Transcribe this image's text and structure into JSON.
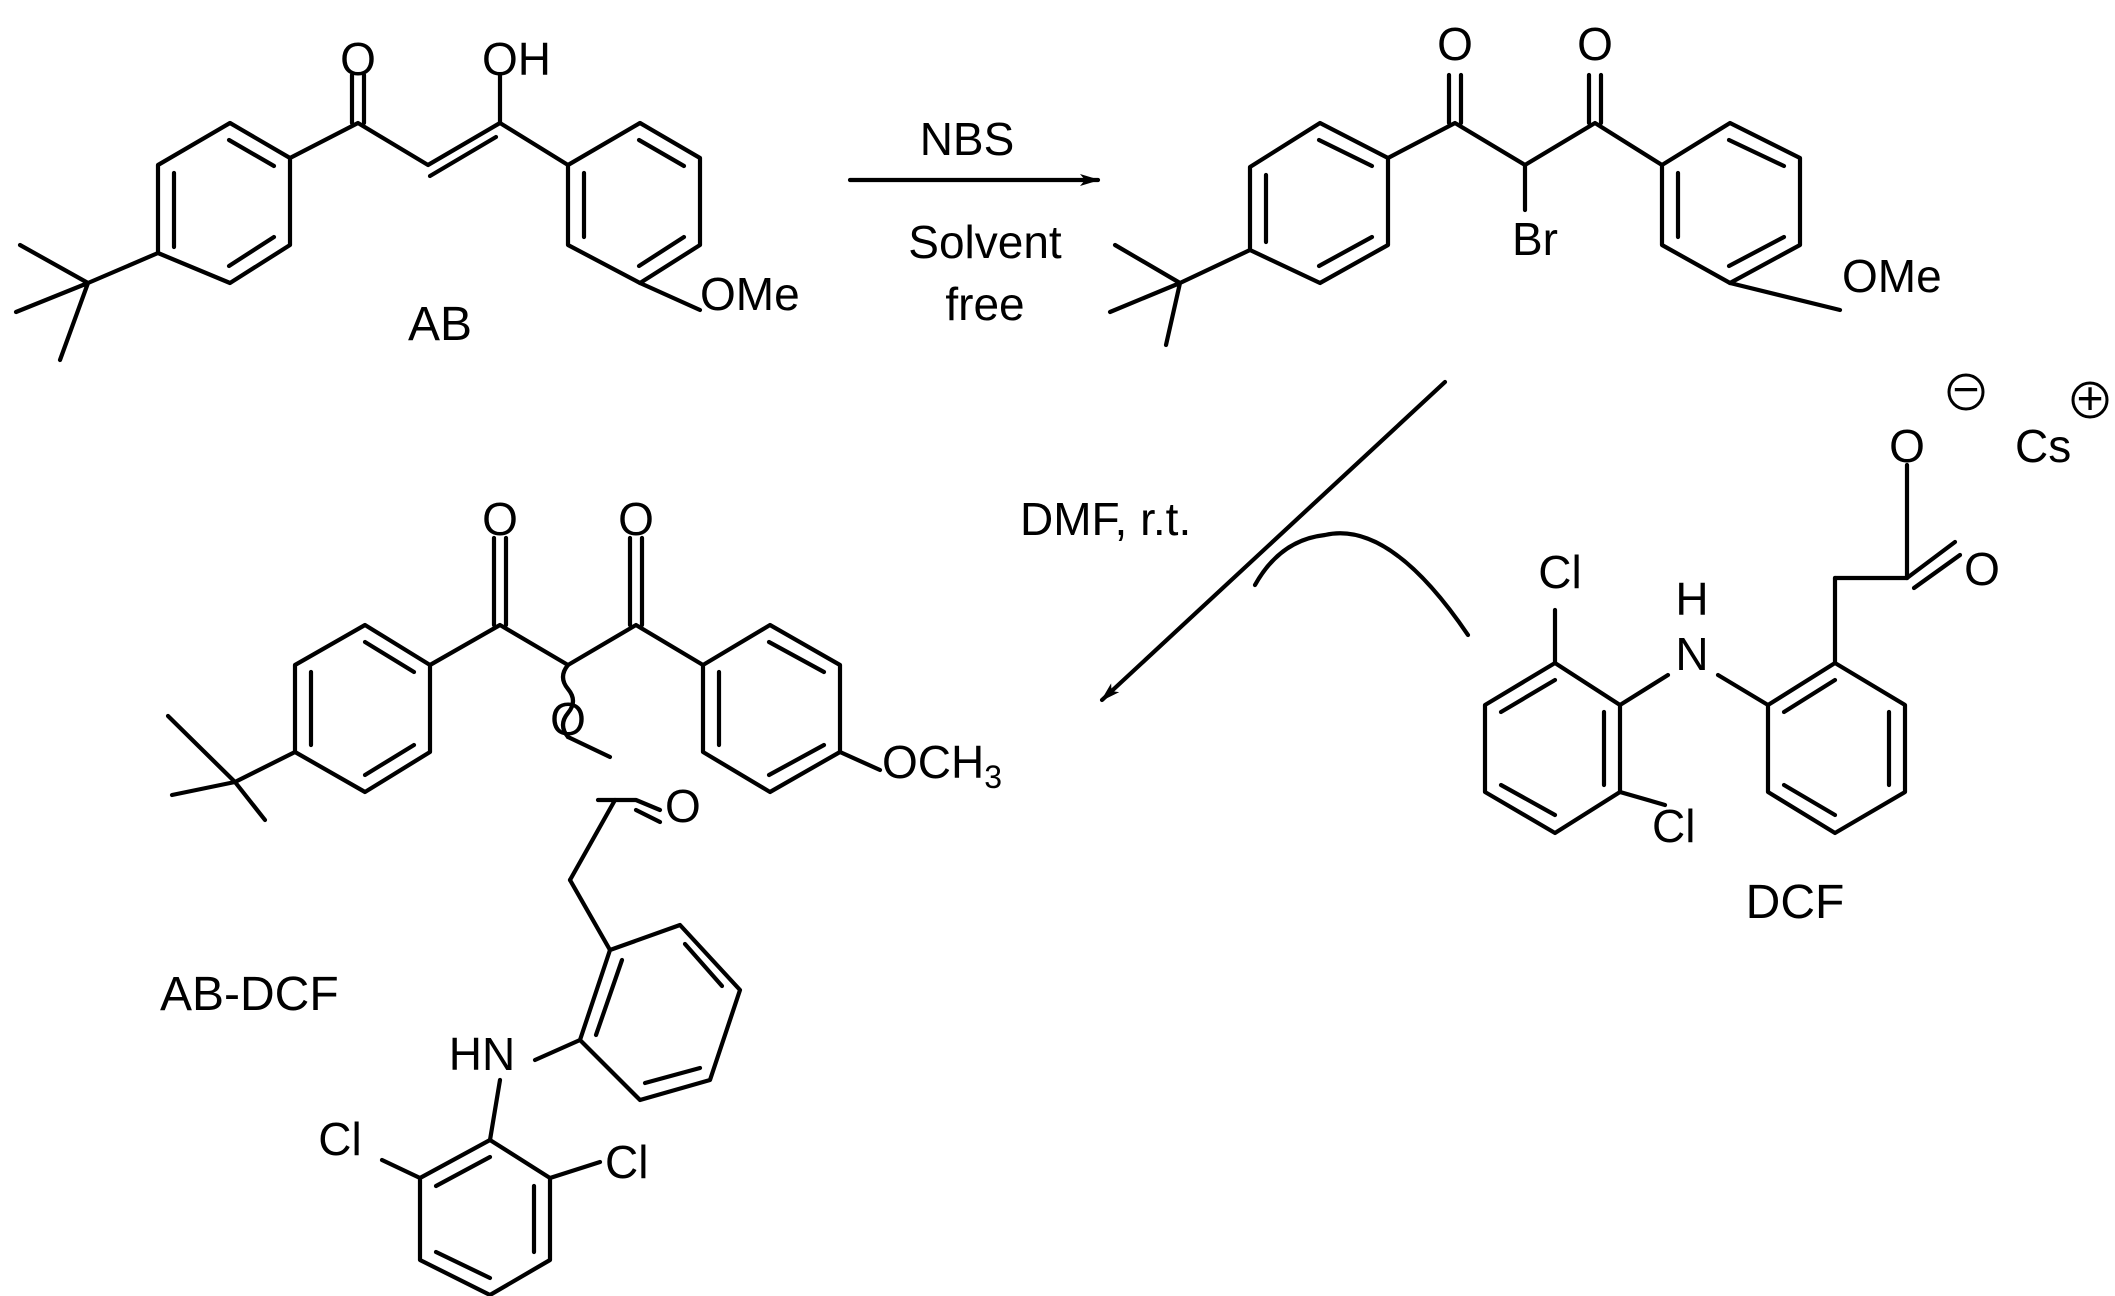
{
  "compounds": {
    "ab": {
      "name": "AB",
      "oh": "OH",
      "o": "O",
      "ome": "OMe"
    },
    "bromo": {
      "o1": "O",
      "o2": "O",
      "br": "Br",
      "ome": "OMe"
    },
    "dcf": {
      "name": "DCF",
      "o_minus": "O",
      "o": "O",
      "cs": "Cs",
      "h": "H",
      "n": "N",
      "cl1": "Cl",
      "cl2": "Cl",
      "minus": "−",
      "plus": "+"
    },
    "product": {
      "name": "AB-DCF",
      "o1": "O",
      "o2": "O",
      "o_ester": "O",
      "o_carbonyl": "O",
      "och": "OCH",
      "och_sub": "3",
      "hn": "HN",
      "cl1": "Cl",
      "cl2": "Cl"
    }
  },
  "reactions": {
    "step1": {
      "reagent": "NBS",
      "condition_line1": "Solvent",
      "condition_line2": "free"
    },
    "step2": {
      "condition": "DMF, r.t."
    }
  }
}
